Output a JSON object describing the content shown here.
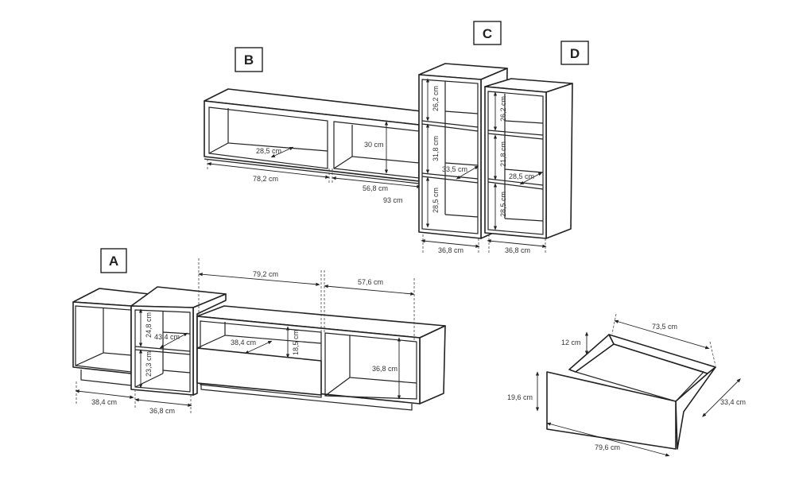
{
  "modules": {
    "A": {
      "letter": "A",
      "dims": [
        "38,4 cm",
        "36,8 cm",
        "24,8 cm",
        "43,4 cm",
        "23,3 cm",
        "79,2 cm",
        "57,6 cm",
        "38,4 cm",
        "18,5 cm",
        "36,8 cm"
      ]
    },
    "B": {
      "letter": "B",
      "dims": [
        "28,5 cm",
        "78,2 cm",
        "56,8 cm",
        "30 cm",
        "93 cm"
      ]
    },
    "C": {
      "letter": "C",
      "dims": [
        "26,2 cm",
        "31,8 cm",
        "33,5 cm",
        "28,5 cm",
        "36,8 cm"
      ]
    },
    "D": {
      "letter": "D",
      "dims": [
        "26,2 cm",
        "21,8 cm",
        "28,5 cm",
        "28,5 cm",
        "36,8 cm"
      ]
    },
    "drawer": {
      "dims": [
        "73,5 cm",
        "12 cm",
        "19,6 cm",
        "33,4 cm",
        "79,6 cm"
      ]
    }
  }
}
